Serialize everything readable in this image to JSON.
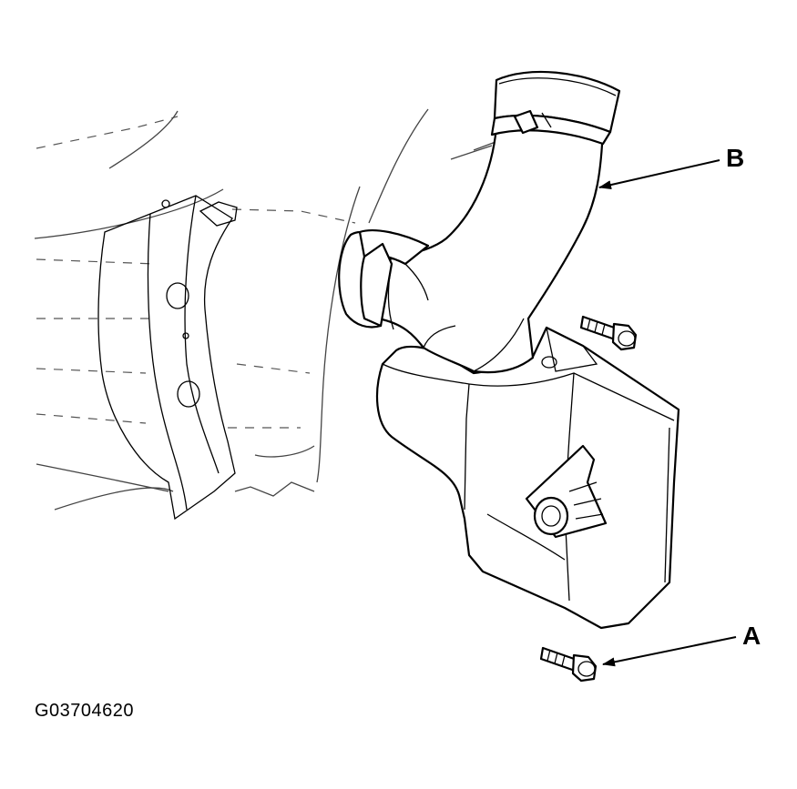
{
  "callouts": {
    "a": "A",
    "b": "B"
  },
  "figure_id": "G03704620",
  "colors": {
    "line": "#000000",
    "background": "#ffffff"
  }
}
